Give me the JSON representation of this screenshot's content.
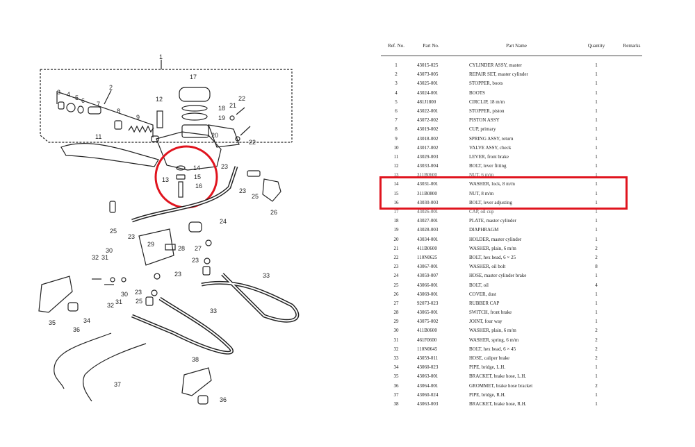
{
  "table": {
    "headers": {
      "ref": "Ref. No.",
      "part": "Part No.",
      "name": "Part Name",
      "qty": "Quantity",
      "remarks": "Remarks"
    },
    "rows": [
      {
        "ref": "1",
        "part": "43015-025",
        "name": "CYLINDER ASSY, master",
        "qty": "1"
      },
      {
        "ref": "2",
        "part": "43073-005",
        "name": "REPAIR SET, master cylinder",
        "qty": "1"
      },
      {
        "ref": "3",
        "part": "43025-001",
        "name": "STOPPER, boots",
        "qty": "1"
      },
      {
        "ref": "4",
        "part": "43024-001",
        "name": "BOOTS",
        "qty": "1"
      },
      {
        "ref": "5",
        "part": "481J1800",
        "name": "CIRCLIP, 18 m/m",
        "qty": "1"
      },
      {
        "ref": "6",
        "part": "43022-001",
        "name": "STOPPER, piston",
        "qty": "1"
      },
      {
        "ref": "7",
        "part": "43072-002",
        "name": "PISTON ASSY",
        "qty": "1"
      },
      {
        "ref": "8",
        "part": "43019-002",
        "name": "CUP, primary",
        "qty": "1"
      },
      {
        "ref": "9",
        "part": "43018-002",
        "name": "SPRING ASSY, return",
        "qty": "1"
      },
      {
        "ref": "10",
        "part": "43017-002",
        "name": "VALVE ASSY, check",
        "qty": "1"
      },
      {
        "ref": "11",
        "part": "43029-003",
        "name": "LEVER, front brake",
        "qty": "1"
      },
      {
        "ref": "12",
        "part": "43033-004",
        "name": "BOLT, lever fitting",
        "qty": "1"
      },
      {
        "ref": "13",
        "part": "311B0600",
        "name": "NUT, 6 m/m",
        "qty": "1",
        "partial": true
      },
      {
        "ref": "14",
        "part": "43031-001",
        "name": "WASHER, lock, 8 m/m",
        "qty": "1"
      },
      {
        "ref": "15",
        "part": "311B0800",
        "name": "NUT, 8 m/m",
        "qty": "1"
      },
      {
        "ref": "16",
        "part": "43030-003",
        "name": "BOLT, lever adjusting",
        "qty": "1"
      },
      {
        "ref": "17",
        "part": "43026-001",
        "name": "CAP, oil cup",
        "qty": "1",
        "partial": true
      },
      {
        "ref": "18",
        "part": "43027-001",
        "name": "PLATE, master cylinder",
        "qty": "1"
      },
      {
        "ref": "19",
        "part": "43028-003",
        "name": "DIAPHRAGM",
        "qty": "1"
      },
      {
        "ref": "20",
        "part": "43034-001",
        "name": "HOLDER, master cylinder",
        "qty": "1"
      },
      {
        "ref": "21",
        "part": "411B0600",
        "name": "WASHER, plain, 6 m/m",
        "qty": "2"
      },
      {
        "ref": "22",
        "part": "110N0625",
        "name": "BOLT, hex head, 6 × 25",
        "qty": "2"
      },
      {
        "ref": "23",
        "part": "43067-001",
        "name": "WASHER, oil bolt",
        "qty": "8"
      },
      {
        "ref": "24",
        "part": "43059-007",
        "name": "HOSE, master cylinder brake",
        "qty": "1"
      },
      {
        "ref": "25",
        "part": "43066-001",
        "name": "BOLT, oil",
        "qty": "4"
      },
      {
        "ref": "26",
        "part": "43069-001",
        "name": "COVER, dust",
        "qty": "1"
      },
      {
        "ref": "27",
        "part": "92073-023",
        "name": "RUBBER CAP",
        "qty": "1"
      },
      {
        "ref": "28",
        "part": "43065-001",
        "name": "SWITCH, front brake",
        "qty": "1"
      },
      {
        "ref": "29",
        "part": "43075-002",
        "name": "JOINT, four way",
        "qty": "1"
      },
      {
        "ref": "30",
        "part": "411B0600",
        "name": "WASHER, plain, 6 m/m",
        "qty": "2"
      },
      {
        "ref": "31",
        "part": "461F0600",
        "name": "WASHER, spring, 6 m/m",
        "qty": "2"
      },
      {
        "ref": "32",
        "part": "110N0645",
        "name": "BOLT, hex head, 6 × 45",
        "qty": "2"
      },
      {
        "ref": "33",
        "part": "43059-011",
        "name": "HOSE, caliper brake",
        "qty": "2"
      },
      {
        "ref": "34",
        "part": "43060-023",
        "name": "PIPE, bridge, L.H.",
        "qty": "1"
      },
      {
        "ref": "35",
        "part": "43063-001",
        "name": "BRACKET, brake hose, L.H.",
        "qty": "1"
      },
      {
        "ref": "36",
        "part": "43064-001",
        "name": "GROMMET, brake hose bracket",
        "qty": "2"
      },
      {
        "ref": "37",
        "part": "43060-024",
        "name": "PIPE, bridge, R.H.",
        "qty": "1"
      },
      {
        "ref": "38",
        "part": "43063-003",
        "name": "BRACKET, brake hose, R.H.",
        "qty": "1"
      }
    ]
  },
  "diagram": {
    "callouts": [
      "1",
      "2",
      "3",
      "4",
      "5",
      "6",
      "7",
      "8",
      "9",
      "11",
      "12",
      "13",
      "14",
      "15",
      "16",
      "17",
      "18",
      "19",
      "20",
      "21",
      "22",
      "22",
      "23",
      "23",
      "23",
      "23",
      "23",
      "23",
      "24",
      "25",
      "25",
      "25",
      "26",
      "27",
      "28",
      "29",
      "30",
      "30",
      "31",
      "31",
      "32",
      "32",
      "33",
      "33",
      "34",
      "35",
      "36",
      "36",
      "37",
      "38"
    ]
  },
  "colors": {
    "highlight": "#e0141e",
    "ink": "#1a1a1a"
  }
}
